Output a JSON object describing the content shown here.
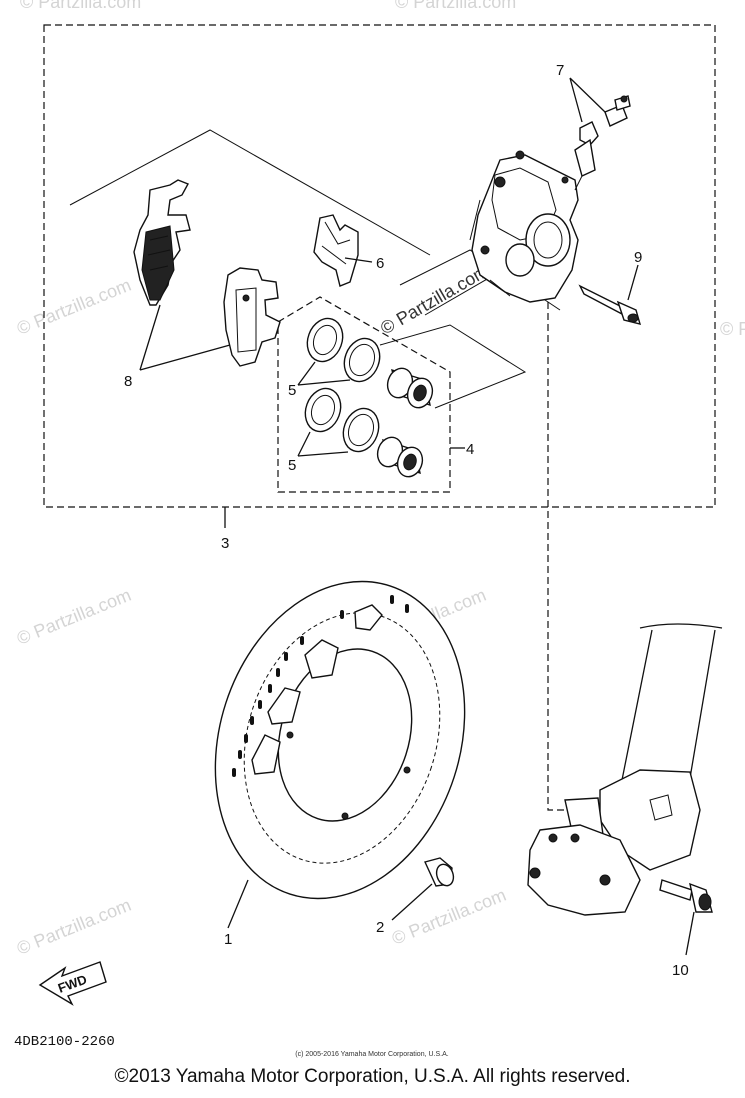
{
  "callouts": {
    "c1": "1",
    "c2": "2",
    "c3": "3",
    "c4": "4",
    "c5a": "5",
    "c5b": "5",
    "c6": "6",
    "c7": "7",
    "c8": "8",
    "c9": "9",
    "c10": "10"
  },
  "diagram_code": "4DB2100-2260",
  "small_copyright": "(c) 2005-2016 Yamaha Motor Corporation, U.S.A.",
  "footer_copyright": "©2013 Yamaha Motor Corporation, U.S.A. All rights reserved.",
  "fwd_label": "FWD",
  "watermark": "© Partzilla.com",
  "colors": {
    "ink": "#111111",
    "watermark": "#d4d4d4",
    "background": "#ffffff"
  }
}
